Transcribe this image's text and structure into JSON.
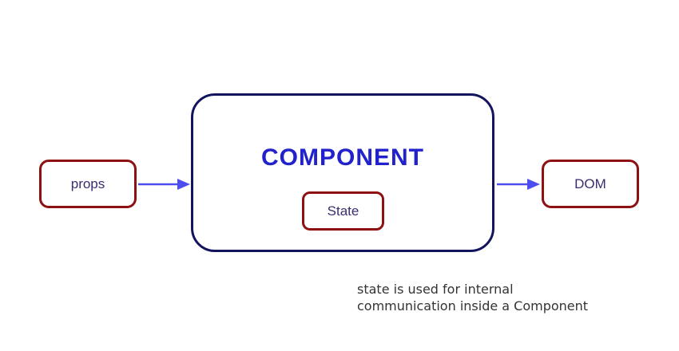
{
  "diagram": {
    "nodes": {
      "props": {
        "label": "props"
      },
      "component": {
        "label": "COMPONENT"
      },
      "state": {
        "label": "State"
      },
      "dom": {
        "label": "DOM"
      }
    },
    "caption": {
      "line1": "state is used for internal",
      "line2": "communication inside a Component"
    },
    "colors": {
      "background": "#ffffff",
      "red_box_border": "#8e1111",
      "component_border": "#14145e",
      "component_title": "#2222cc",
      "box_label_text": "#3d2b70",
      "arrow": "#4d4df0",
      "caption_text": "#333333"
    }
  }
}
